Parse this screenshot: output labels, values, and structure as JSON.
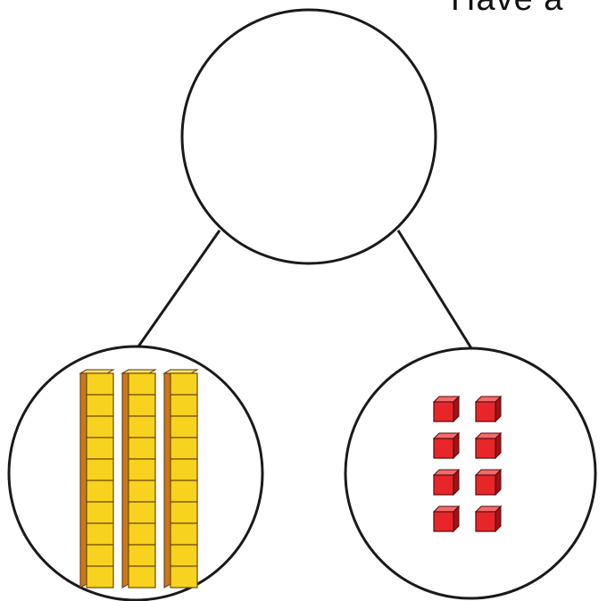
{
  "header_fragment": "Have a",
  "number_bond": {
    "whole": {
      "value": ""
    },
    "parts": [
      {
        "model": "tens-rods",
        "rods": 3,
        "cubes_per_rod": 10
      },
      {
        "model": "ones-cubes",
        "cubes": 8,
        "columns": 2
      }
    ]
  },
  "colors": {
    "outline": "#1a1a1a",
    "ten_rod_face": "#f7d21e",
    "ten_rod_side": "#c9781c",
    "one_cube_face": "#e8262a",
    "one_cube_side": "#9e1418"
  }
}
